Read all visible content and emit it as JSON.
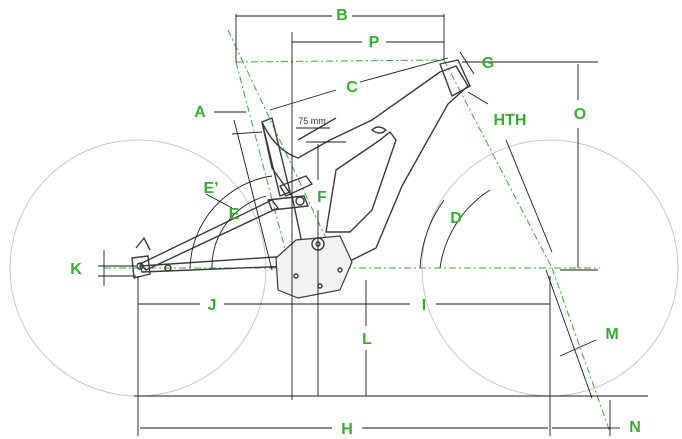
{
  "diagram": {
    "labels": {
      "A": "A",
      "B": "B",
      "C": "C",
      "D": "D",
      "E": "E",
      "E_prime": "E’",
      "F": "F",
      "G": "G",
      "H": "H",
      "HTH": "HTH",
      "I": "I",
      "J": "J",
      "K": "K",
      "L": "L",
      "M": "M",
      "N": "N",
      "O": "O",
      "P": "P"
    },
    "annotation_75mm": "75 mm"
  },
  "colors": {
    "accent_green": "#3aaa35",
    "frame_stroke": "#3a3a3a",
    "wheel_stroke": "#c8c8c8",
    "dimension_stroke": "#1a1a1a"
  }
}
